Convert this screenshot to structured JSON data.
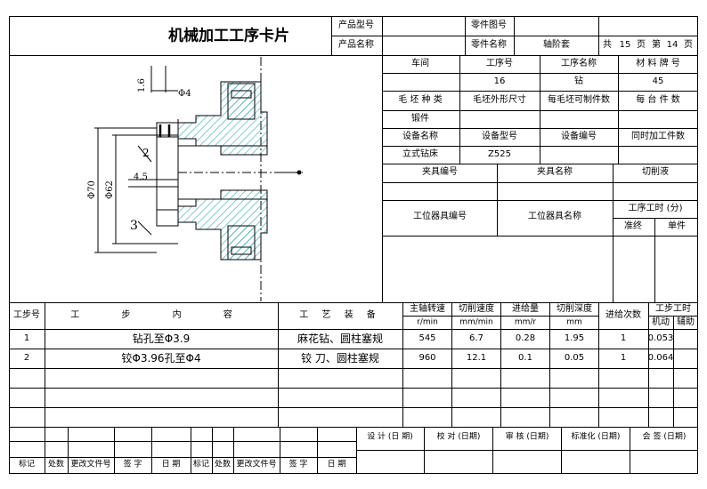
{
  "header": {
    "title": "机械加工工序卡片",
    "product_model_label": "产品型号",
    "product_model": "",
    "part_drawing_label": "零件图号",
    "part_drawing": "",
    "product_name_label": "产品名称",
    "product_name": "",
    "part_name_label": "零件名称",
    "part_name": "轴阶套",
    "total_label": "共",
    "total_pages": "15",
    "page_unit1": "页",
    "sheet_label": "第",
    "sheet_no": "14",
    "page_unit2": "页"
  },
  "info": {
    "workshop_label": "车间",
    "process_no_label": "工序号",
    "process_name_label": "工序名称",
    "material_label": "材 料 牌 号",
    "workshop": "",
    "process_no": "16",
    "process_name": "钻",
    "material": "45",
    "blank_type_label": "毛 坯 种 类",
    "blank_size_label": "毛坯外形尺寸",
    "per_blank_label": "每毛坯可制件数",
    "per_unit_label": "每 台 件 数",
    "blank_type": "锻件",
    "equip_name_label": "设备名称",
    "equip_model_label": "设备型号",
    "equip_no_label": "设备编号",
    "simul_label": "同时加工件数",
    "equip_name": "立式钻床",
    "equip_model": "Z525",
    "fixture_no_label": "夹具编号",
    "fixture_name_label": "夹具名称",
    "coolant_label": "切削液",
    "station_tool_no_label": "工位器具编号",
    "station_tool_name_label": "工位器具名称",
    "time_label": "工序工时 (分)",
    "prep_label": "准终",
    "unit_label": "单件"
  },
  "drawing": {
    "dim_ra": "1.6",
    "dim_d4": "Φ4",
    "dim_2": "2",
    "dim_45": "4.5",
    "dim_70": "Φ70",
    "dim_62": "Φ62",
    "dim_3": "3"
  },
  "steps_header": {
    "step_no": "工步号",
    "content": "工 步 内 容",
    "equipment": "工 艺 装 备",
    "speed": "主轴转速",
    "speed_unit": "r/min",
    "cut_speed": "切削速度",
    "cut_speed_unit": "mm/min",
    "feed": "进给量",
    "feed_unit": "mm/r",
    "depth": "切削深度",
    "depth_unit": "mm",
    "passes": "进给次数",
    "step_time": "工步工时",
    "machine": "机动",
    "aux": "辅助"
  },
  "steps": [
    {
      "no": "1",
      "content": "钻孔至Φ3.9",
      "equipment": "麻花钻、圆柱塞规",
      "speed": "545",
      "cut_speed": "6.7",
      "feed": "0.28",
      "depth": "1.95",
      "passes": "1",
      "machine": "0.053",
      "aux": ""
    },
    {
      "no": "2",
      "content": "铰Φ3.96孔至Φ4",
      "equipment": "铰  刀、圆柱塞规",
      "speed": "960",
      "cut_speed": "12.1",
      "feed": "0.1",
      "depth": "0.05",
      "passes": "1",
      "machine": "0.064",
      "aux": ""
    }
  ],
  "footer": {
    "design": "设 计 (日 期)",
    "check": "校 对 (日期)",
    "review": "审 核 (日期)",
    "standard": "标准化 (日期)",
    "sign": "会 签 (日期)",
    "rev": [
      "标记",
      "处数",
      "更改文件号",
      "签  字",
      "日  期",
      "标记",
      "处数",
      "更改文件号",
      "签  字",
      "日  期"
    ]
  }
}
